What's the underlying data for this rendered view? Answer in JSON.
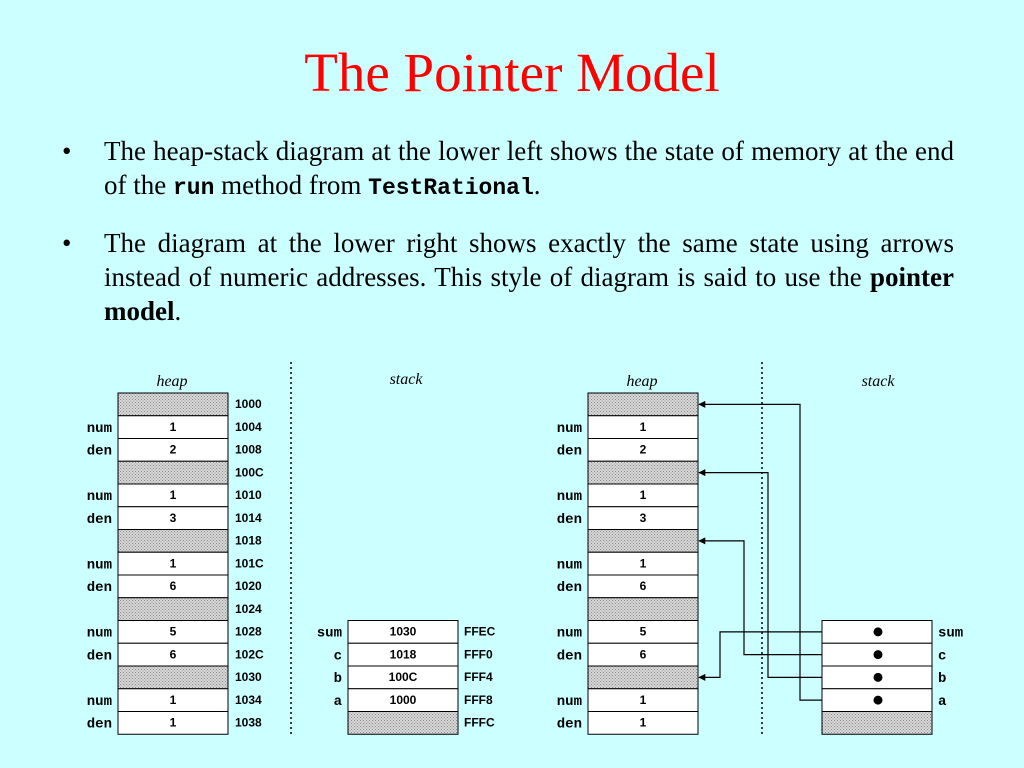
{
  "title": "The Pointer Model",
  "bullets": [
    {
      "t1": "The heap-stack diagram at the lower left shows the state of memory at the end of the ",
      "code1": "run",
      "t2": " method from ",
      "code2": "TestRational",
      "t3": "."
    },
    {
      "t1": "The diagram at the lower right shows exactly the same state using arrows instead of numeric addresses.  This style of diagram is said to use the ",
      "bold": "pointer model",
      "t2": "."
    }
  ],
  "left_diagram": {
    "heap_label": "heap",
    "stack_label": "stack",
    "heap": [
      {
        "name": "",
        "value": "",
        "addr": "1000",
        "shaded": true
      },
      {
        "name": "num",
        "value": "1",
        "addr": "1004",
        "shaded": false
      },
      {
        "name": "den",
        "value": "2",
        "addr": "1008",
        "shaded": false
      },
      {
        "name": "",
        "value": "",
        "addr": "100C",
        "shaded": true
      },
      {
        "name": "num",
        "value": "1",
        "addr": "1010",
        "shaded": false
      },
      {
        "name": "den",
        "value": "3",
        "addr": "1014",
        "shaded": false
      },
      {
        "name": "",
        "value": "",
        "addr": "1018",
        "shaded": true
      },
      {
        "name": "num",
        "value": "1",
        "addr": "101C",
        "shaded": false
      },
      {
        "name": "den",
        "value": "6",
        "addr": "1020",
        "shaded": false
      },
      {
        "name": "",
        "value": "",
        "addr": "1024",
        "shaded": true
      },
      {
        "name": "num",
        "value": "5",
        "addr": "1028",
        "shaded": false
      },
      {
        "name": "den",
        "value": "6",
        "addr": "102C",
        "shaded": false
      },
      {
        "name": "",
        "value": "",
        "addr": "1030",
        "shaded": true
      },
      {
        "name": "num",
        "value": "1",
        "addr": "1034",
        "shaded": false
      },
      {
        "name": "den",
        "value": "1",
        "addr": "1038",
        "shaded": false
      }
    ],
    "stack": [
      {
        "name": "sum",
        "value": "1030",
        "addr": "FFEC",
        "shaded": false
      },
      {
        "name": "c",
        "value": "1018",
        "addr": "FFF0",
        "shaded": false
      },
      {
        "name": "b",
        "value": "100C",
        "addr": "FFF4",
        "shaded": false
      },
      {
        "name": "a",
        "value": "1000",
        "addr": "FFF8",
        "shaded": false
      },
      {
        "name": "",
        "value": "",
        "addr": "FFFC",
        "shaded": true
      }
    ]
  },
  "right_diagram": {
    "heap_label": "heap",
    "stack_label": "stack",
    "heap": [
      {
        "name": "",
        "value": "",
        "shaded": true
      },
      {
        "name": "num",
        "value": "1",
        "shaded": false
      },
      {
        "name": "den",
        "value": "2",
        "shaded": false
      },
      {
        "name": "",
        "value": "",
        "shaded": true
      },
      {
        "name": "num",
        "value": "1",
        "shaded": false
      },
      {
        "name": "den",
        "value": "3",
        "shaded": false
      },
      {
        "name": "",
        "value": "",
        "shaded": true
      },
      {
        "name": "num",
        "value": "1",
        "shaded": false
      },
      {
        "name": "den",
        "value": "6",
        "shaded": false
      },
      {
        "name": "",
        "value": "",
        "shaded": true
      },
      {
        "name": "num",
        "value": "5",
        "shaded": false
      },
      {
        "name": "den",
        "value": "6",
        "shaded": false
      },
      {
        "name": "",
        "value": "",
        "shaded": true
      },
      {
        "name": "num",
        "value": "1",
        "shaded": false
      },
      {
        "name": "den",
        "value": "1",
        "shaded": false
      }
    ],
    "stack": [
      {
        "name": "sum",
        "target_heap_index": 12,
        "shaded": false
      },
      {
        "name": "c",
        "target_heap_index": 6,
        "shaded": false
      },
      {
        "name": "b",
        "target_heap_index": 3,
        "shaded": false
      },
      {
        "name": "a",
        "target_heap_index": 0,
        "shaded": false
      },
      {
        "name": "",
        "target_heap_index": null,
        "shaded": true
      }
    ]
  },
  "colors": {
    "background": "#ccffff",
    "title": "#ff0000",
    "cell": "#ffffff",
    "shade": "#b8b8b8",
    "line": "#000000"
  }
}
